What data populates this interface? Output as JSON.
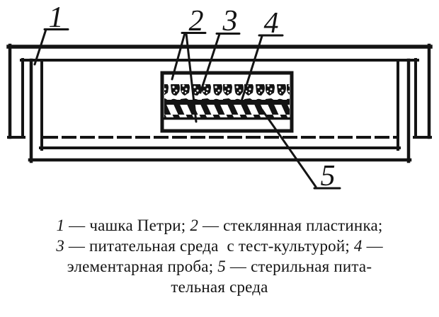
{
  "figure": {
    "description_name": "petri-dish-cross-section-diagram",
    "callouts": [
      {
        "number": "1"
      },
      {
        "number": "2"
      },
      {
        "number": "3"
      },
      {
        "number": "4"
      },
      {
        "number": "5"
      }
    ]
  },
  "caption": {
    "lines": [
      [
        {
          "t": "1",
          "i": true
        },
        {
          "t": " — чашка Петри; "
        },
        {
          "t": "2",
          "i": true
        },
        {
          "t": " — стеклянная пластинка;"
        }
      ],
      [
        {
          "t": "3",
          "i": true
        },
        {
          "t": " — питательная среда  с тест-культурой; "
        },
        {
          "t": "4",
          "i": true
        },
        {
          "t": " —"
        }
      ],
      [
        {
          "t": "элементарная проба; "
        },
        {
          "t": "5",
          "i": true
        },
        {
          "t": " — стерильная пита-"
        }
      ],
      [
        {
          "t": "тельная среда"
        }
      ]
    ]
  },
  "colors": {
    "ink": "#141414",
    "paper": "#ffffff"
  }
}
